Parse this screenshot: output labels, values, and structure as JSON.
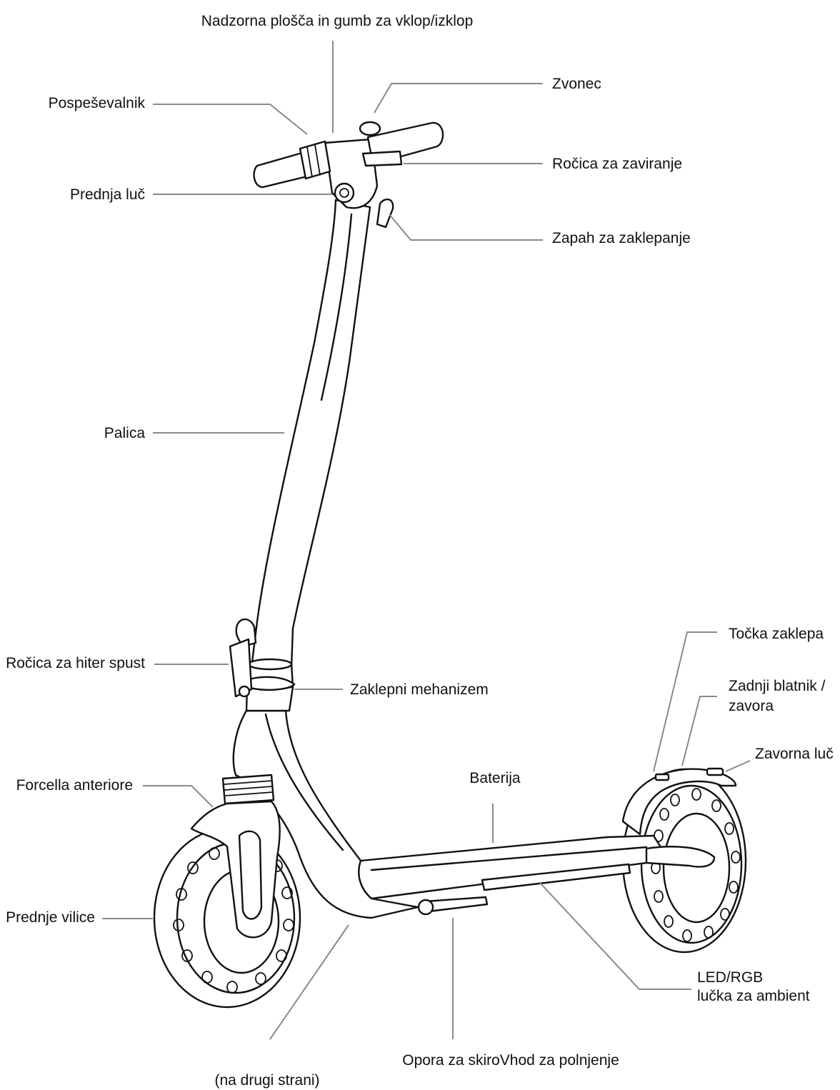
{
  "labels": {
    "dashboard": "Nadzorna plošča in gumb za vklop/izklop",
    "bell": "Zvonec",
    "accelerator": "Pospeševalnik",
    "brake_lever": "Ročica za zaviranje",
    "front_light": "Prednja luč",
    "locking_latch": "Zapah za zaklepanje",
    "stem": "Palica",
    "lock_point": "Točka zaklepa",
    "quick_release_lever": "Ročica za hiter spust",
    "locking_mechanism": "Zaklepni mehanizem",
    "rear_fender_brake_line1": "Zadnji blatnik /",
    "rear_fender_brake_line2": "zavora",
    "brake_light": "Zavorna luč",
    "fork_it": "Forcella anteriore",
    "battery": "Baterija",
    "front_fork": "Prednje vilice",
    "led_rgb_line1": "LED/RGB",
    "led_rgb_line2": "lučka za ambient",
    "kickstand_charging": "Opora za skiroVhod za polnjenje",
    "other_side": "(na drugi strani)"
  }
}
